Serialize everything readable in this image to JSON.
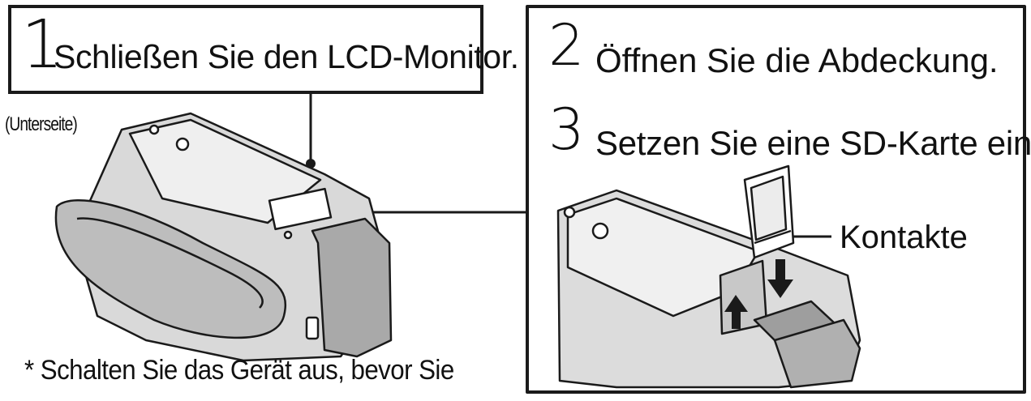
{
  "steps": [
    {
      "number": "1",
      "text": "Schließen Sie den LCD-Monitor."
    },
    {
      "number": "2",
      "text": "Öffnen Sie die Abdeckung."
    },
    {
      "number": "3",
      "text": "Setzen Sie eine SD-Karte ein."
    }
  ],
  "labels": {
    "underside": "(Unterseite)",
    "contacts": "Kontakte"
  },
  "footnote": "* Schalten Sie das Gerät aus, bevor Sie",
  "colors": {
    "line": "#1a1a1a",
    "body_shade": "#bdbdbd",
    "body_light": "#e6e6e6"
  },
  "icons": [
    "camcorder-illustration",
    "sd-card-illustration",
    "arrow-up-icon",
    "arrow-down-icon"
  ]
}
